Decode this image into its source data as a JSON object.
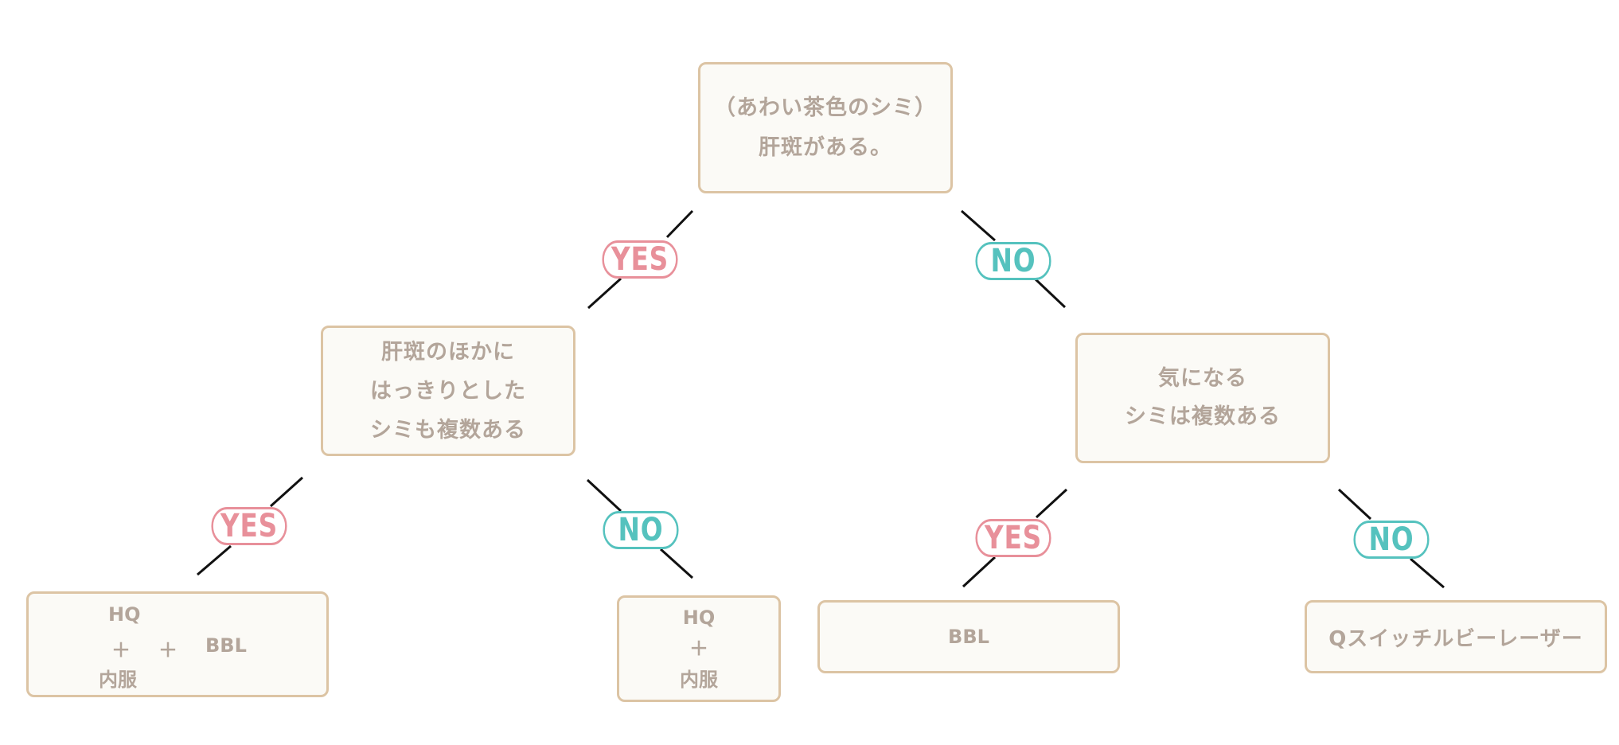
{
  "colors": {
    "yes": "#e8909a",
    "no": "#55c2be",
    "box_border": "#dcc4a4",
    "box_fill": "#fbfaf6",
    "text": "#b3a59a",
    "line": "#111111"
  },
  "root": {
    "lines": [
      "（あわい茶色のシミ）",
      "肝斑がある。"
    ]
  },
  "left_question": {
    "lines": [
      "肝斑のほかに",
      "はっきりとした",
      "シミも複数ある"
    ]
  },
  "right_question": {
    "lines": [
      "気になる",
      "シミは複数ある"
    ]
  },
  "labels": {
    "yes": "YES",
    "no": "NO"
  },
  "results": {
    "ll": {
      "l1": "HQ",
      "l2a": "＋",
      "l2b": "＋",
      "l2c": "BBL",
      "l3": "内服"
    },
    "lr": {
      "lines": [
        "HQ",
        "＋",
        "内服"
      ]
    },
    "rl": {
      "lines": [
        "BBL"
      ]
    },
    "rr": {
      "lines": [
        "Qスイッチルビーレーザー"
      ]
    }
  }
}
